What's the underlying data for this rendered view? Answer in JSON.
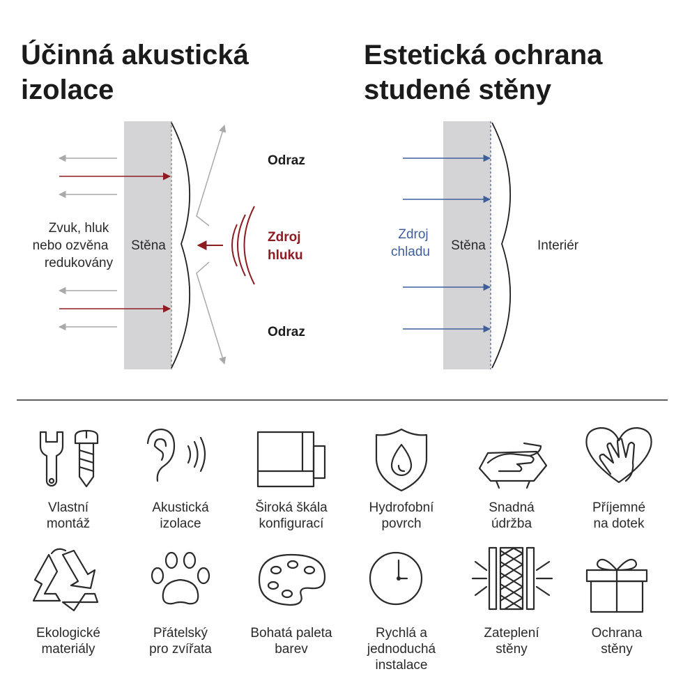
{
  "left_panel": {
    "title_lines": [
      "Účinná akustická",
      "izolace"
    ],
    "wall_label": "Stěna",
    "reduced_label_lines": [
      "Zvuk, hluk",
      "nebo ozvěna",
      "redukovány"
    ],
    "source_label_lines": [
      "Zdroj",
      "hluku"
    ],
    "reflection_top": "Odraz",
    "reflection_bottom": "Odraz"
  },
  "right_panel": {
    "title_lines": [
      "Estetická ochrana",
      "studené stěny"
    ],
    "cold_label_lines": [
      "Zdroj",
      "chladu"
    ],
    "wall_label": "Stěna",
    "interior_label": "Interiér"
  },
  "colors": {
    "red": "#8e1b22",
    "blue": "#3f5f9a",
    "wall": "#d4d4d6",
    "gray_arrow": "#a9a9a9"
  },
  "features": [
    {
      "icon": "wrench-screw-icon",
      "lines": [
        "Vlastní",
        "montáž"
      ]
    },
    {
      "icon": "ear-sound-icon",
      "lines": [
        "Akustická",
        "izolace"
      ]
    },
    {
      "icon": "panel-configuration-icon",
      "lines": [
        "Široká škála",
        "konfigurací"
      ]
    },
    {
      "icon": "shield-drop-icon",
      "lines": [
        "Hydrofobní",
        "povrch"
      ]
    },
    {
      "icon": "hand-wipe-icon",
      "lines": [
        "Snadná",
        "údržba"
      ]
    },
    {
      "icon": "heart-hand-icon",
      "lines": [
        "Příjemné",
        "na dotek"
      ]
    },
    {
      "icon": "recycle-icon",
      "lines": [
        "Ekologické",
        "materiály"
      ]
    },
    {
      "icon": "paw-icon",
      "lines": [
        "Přátelský",
        "pro zvířata"
      ]
    },
    {
      "icon": "palette-icon",
      "lines": [
        "Bohatá paleta",
        "barev"
      ]
    },
    {
      "icon": "clock-icon",
      "lines": [
        "Rychlá a",
        "jednoduchá",
        "instalace"
      ]
    },
    {
      "icon": "insulation-layers-icon",
      "lines": [
        "Zateplení",
        "stěny"
      ]
    },
    {
      "icon": "gift-box-icon",
      "lines": [
        "Ochrana",
        "stěny"
      ]
    }
  ]
}
